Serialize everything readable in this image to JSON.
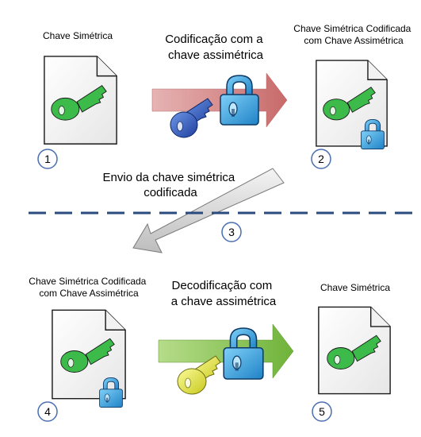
{
  "top_left_label": "Chave Simétrica",
  "top_middle_label": [
    "Codificação com a",
    "chave assimétrica"
  ],
  "top_right_label": [
    "Chave Simétrica Codificada",
    "com Chave Assimétrica"
  ],
  "middle_label": [
    "Envio da chave simétrica",
    "codificada"
  ],
  "bottom_left_label": [
    "Chave Simétrica Codificada",
    "com Chave Assimétrica"
  ],
  "bottom_middle_label": [
    "Decodificação com",
    "a chave assimétrica"
  ],
  "bottom_right_label": "Chave Simétrica",
  "steps": [
    "1",
    "2",
    "3",
    "4",
    "5"
  ],
  "colors": {
    "key_green": "#3dbb4a",
    "key_blue": "#2f5fc8",
    "key_yellow": "#e8e83a",
    "lock_blue": "#3aa8e6",
    "arrow_encode": "#d48c8c",
    "arrow_decode": "#7ac142",
    "arrow_send": "#dcdcdc",
    "divider": "#2b4a7e",
    "step_circle": "#4a6fb0"
  }
}
